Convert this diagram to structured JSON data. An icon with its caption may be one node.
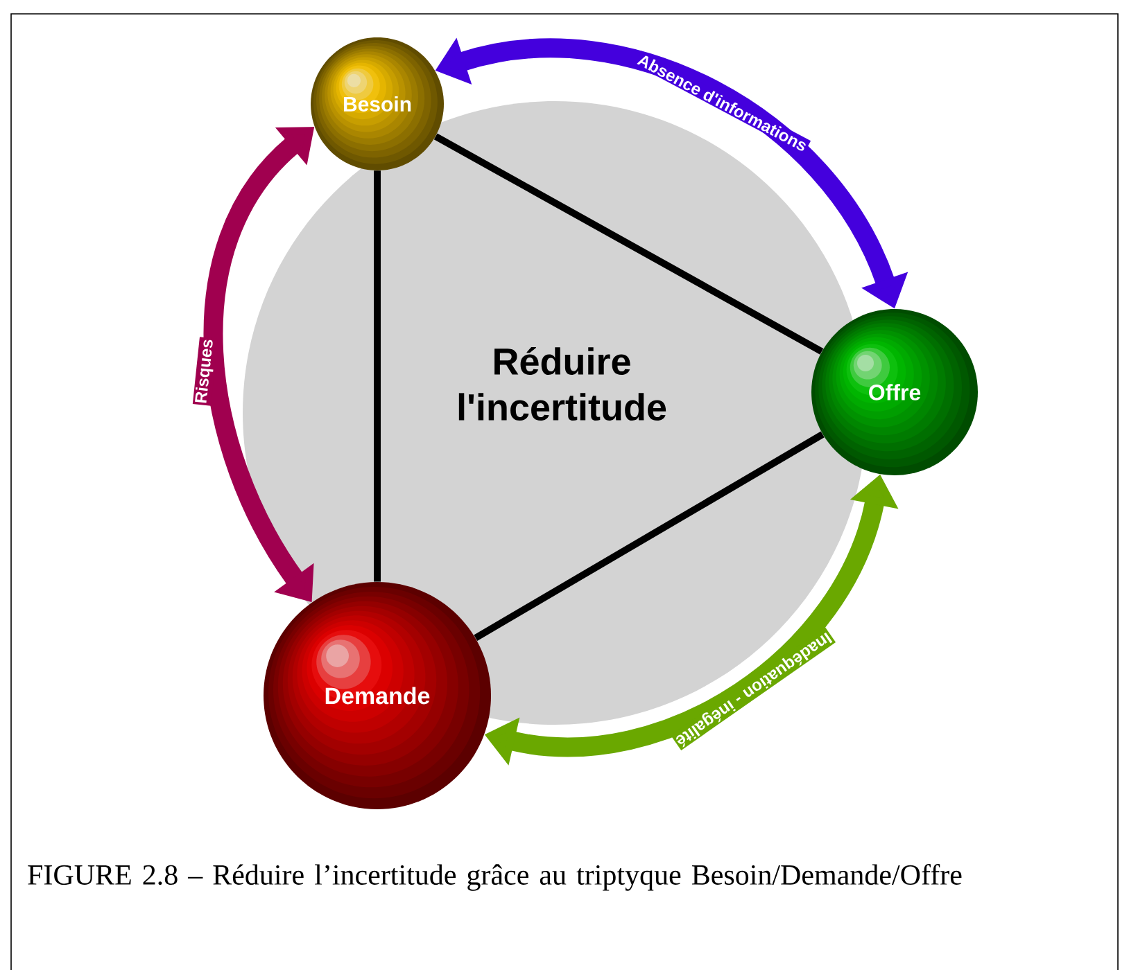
{
  "diagram": {
    "caption": "FIGURE 2.8 – Réduire l’incertitude grâce au triptyque Besoin/Demande/Offre",
    "nodes": [
      {
        "text": [
          "Besoin"
        ]
      },
      {
        "text": [
          "Offre"
        ]
      },
      {
        "text": [
          "Demande"
        ]
      }
    ],
    "edges": [
      {
        "from": 0,
        "to": 1,
        "arrow": "none"
      },
      {
        "from": 0,
        "to": 2,
        "arrow": "none"
      },
      {
        "from": 2,
        "to": 1,
        "arrow": "none"
      },
      {
        "from": 0,
        "to": 1,
        "arrow": "both",
        "label": "Absence d'informations",
        "style": "thick",
        "color": "#4400dd"
      },
      {
        "from": 0,
        "to": 2,
        "arrow": "both",
        "label": "Risques",
        "style": "thick",
        "color": "#a0004f"
      },
      {
        "from": 1,
        "to": 2,
        "arrow": "both",
        "label": "Inadéquation - inégalité",
        "style": "thick",
        "color": "#6aa800"
      }
    ],
    "labels": [
      "Réduire l'incertitude"
    ]
  }
}
